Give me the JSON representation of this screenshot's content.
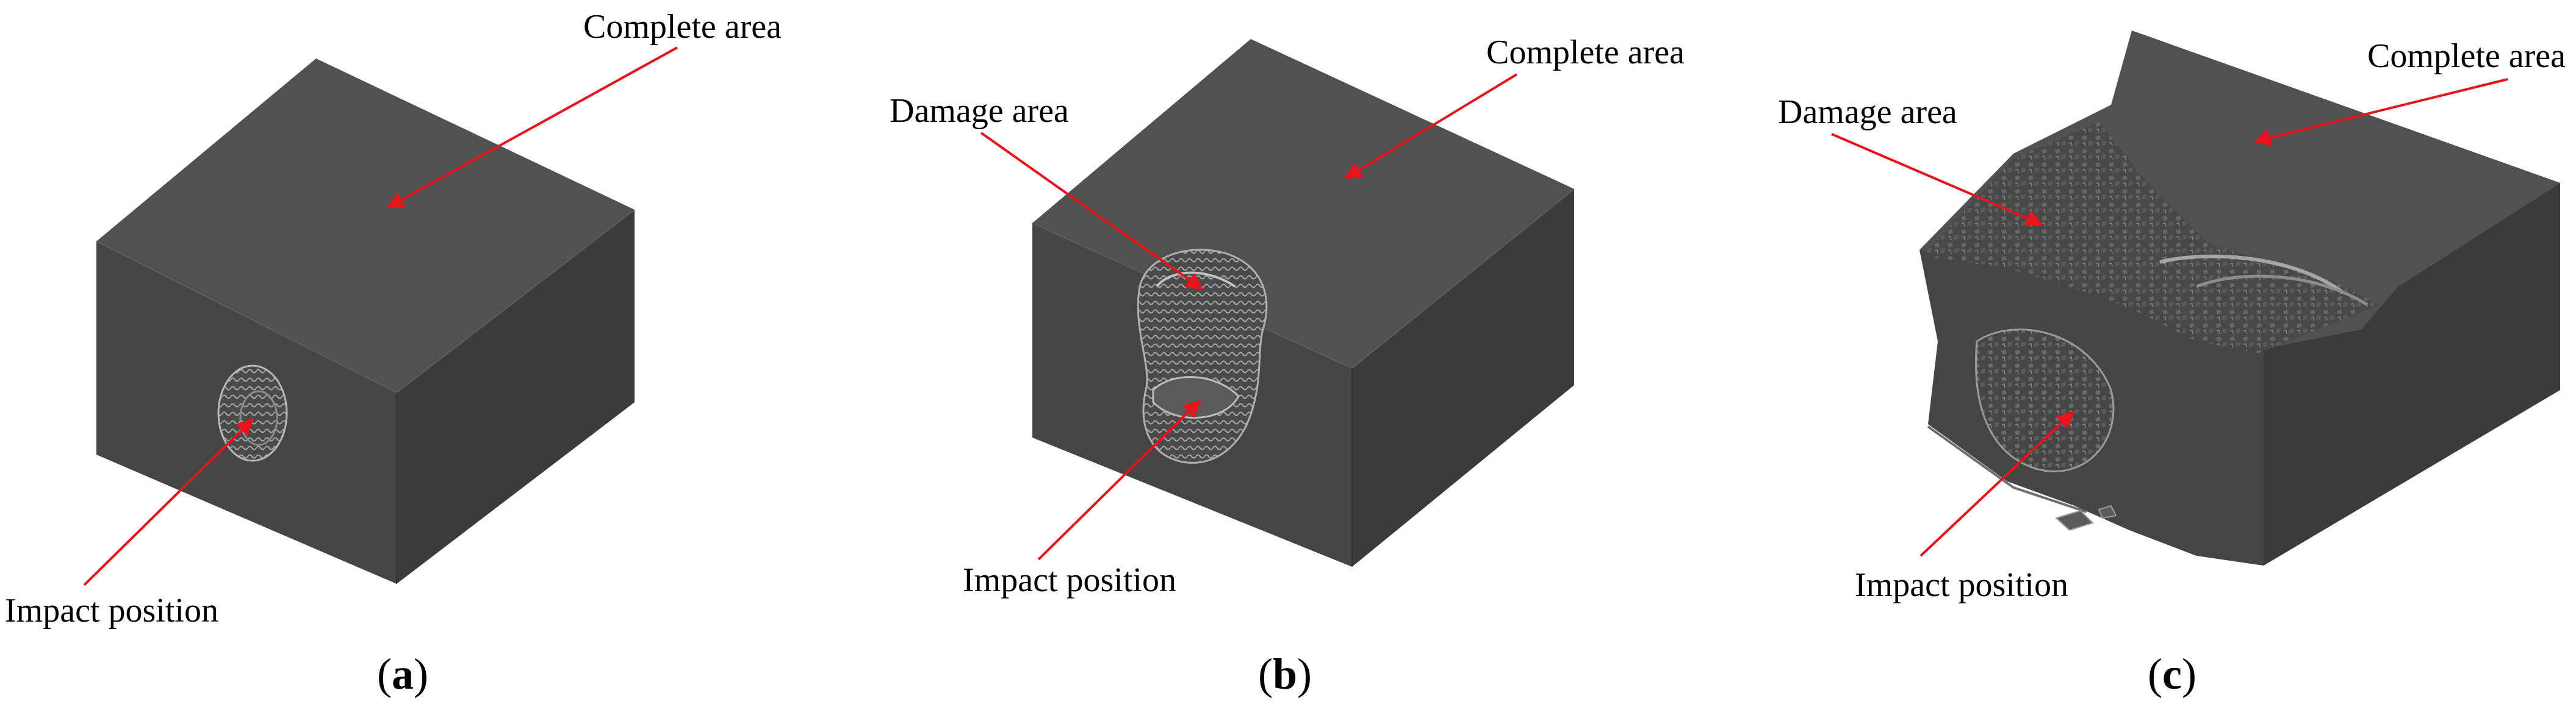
{
  "figure": {
    "panels": [
      {
        "caption": {
          "open": "(",
          "letter": "a",
          "close": ")"
        },
        "labels": {
          "complete": "Complete area",
          "impact": "Impact position"
        }
      },
      {
        "caption": {
          "open": "(",
          "letter": "b",
          "close": ")"
        },
        "labels": {
          "damage": "Damage area",
          "complete": "Complete area",
          "impact": "Impact position"
        }
      },
      {
        "caption": {
          "open": "(",
          "letter": "c",
          "close": ")"
        },
        "labels": {
          "damage": "Damage area",
          "complete": "Complete area",
          "impact": "Impact position"
        }
      }
    ],
    "colors": {
      "top_face": "#515151",
      "front_face": "#454545",
      "side_face": "#3b3b3b",
      "edge": "#2a2a2a",
      "damage_highlight": "#9a9a9a",
      "annotation_arrow": "#e8141c",
      "text": "#000000"
    }
  }
}
